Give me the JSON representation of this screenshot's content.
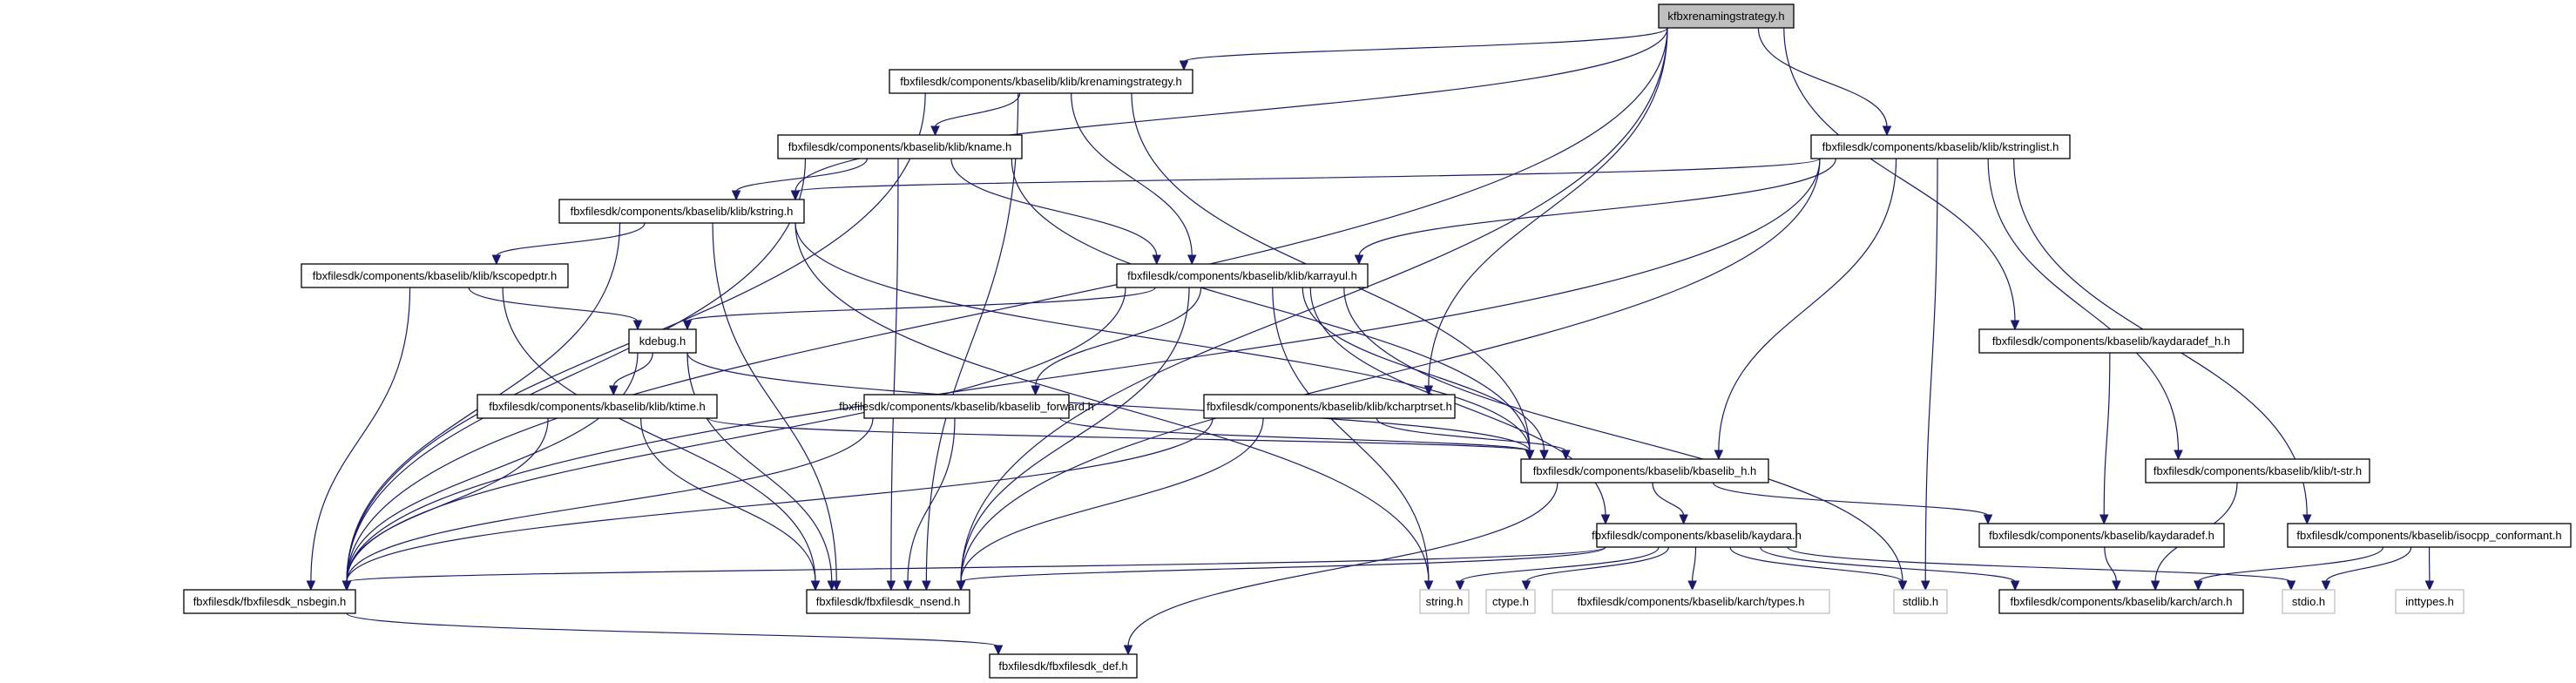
{
  "graph": {
    "title": "kfbxrenamingstrategy.h",
    "edge_color": "#191970",
    "root_fill": "#bfbfbf",
    "external_border": "#bfbfbf",
    "nodes": [
      {
        "id": "root",
        "label": "kfbxrenamingstrategy.h",
        "kind": "root"
      },
      {
        "id": "krenamingstrategy",
        "label": "fbxfilesdk/components/kbaselib/klib/krenamingstrategy.h",
        "kind": "normal"
      },
      {
        "id": "kname",
        "label": "fbxfilesdk/components/kbaselib/klib/kname.h",
        "kind": "normal"
      },
      {
        "id": "kstring",
        "label": "fbxfilesdk/components/kbaselib/klib/kstring.h",
        "kind": "normal"
      },
      {
        "id": "kstringlist",
        "label": "fbxfilesdk/components/kbaselib/klib/kstringlist.h",
        "kind": "normal"
      },
      {
        "id": "kscopedptr",
        "label": "fbxfilesdk/components/kbaselib/klib/kscopedptr.h",
        "kind": "normal"
      },
      {
        "id": "karrayul",
        "label": "fbxfilesdk/components/kbaselib/klib/karrayul.h",
        "kind": "normal"
      },
      {
        "id": "kdebug",
        "label": "kdebug.h",
        "kind": "normal"
      },
      {
        "id": "ktime",
        "label": "fbxfilesdk/components/kbaselib/klib/ktime.h",
        "kind": "normal"
      },
      {
        "id": "kbaselib_forward",
        "label": "fbxfilesdk/components/kbaselib/kbaselib_forward.h",
        "kind": "normal"
      },
      {
        "id": "kcharptrset",
        "label": "fbxfilesdk/components/kbaselib/klib/kcharptrset.h",
        "kind": "normal"
      },
      {
        "id": "kaydaradef_h",
        "label": "fbxfilesdk/components/kbaselib/kaydaradef_h.h",
        "kind": "normal"
      },
      {
        "id": "kbaselib_h",
        "label": "fbxfilesdk/components/kbaselib/kbaselib_h.h",
        "kind": "normal"
      },
      {
        "id": "tstr",
        "label": "fbxfilesdk/components/kbaselib/klib/t-str.h",
        "kind": "normal"
      },
      {
        "id": "kaydara",
        "label": "fbxfilesdk/components/kbaselib/kaydara.h",
        "kind": "normal"
      },
      {
        "id": "kaydaradef",
        "label": "fbxfilesdk/components/kbaselib/kaydaradef.h",
        "kind": "normal"
      },
      {
        "id": "isocpp",
        "label": "fbxfilesdk/components/kbaselib/isocpp_conformant.h",
        "kind": "normal"
      },
      {
        "id": "nsbegin",
        "label": "fbxfilesdk/fbxfilesdk_nsbegin.h",
        "kind": "normal"
      },
      {
        "id": "nsend",
        "label": "fbxfilesdk/fbxfilesdk_nsend.h",
        "kind": "normal"
      },
      {
        "id": "string",
        "label": "string.h",
        "kind": "external"
      },
      {
        "id": "ctype",
        "label": "ctype.h",
        "kind": "external"
      },
      {
        "id": "types",
        "label": "fbxfilesdk/components/kbaselib/karch/types.h",
        "kind": "external"
      },
      {
        "id": "stdlib",
        "label": "stdlib.h",
        "kind": "external"
      },
      {
        "id": "arch",
        "label": "fbxfilesdk/components/kbaselib/karch/arch.h",
        "kind": "normal"
      },
      {
        "id": "stdio",
        "label": "stdio.h",
        "kind": "external"
      },
      {
        "id": "inttypes",
        "label": "inttypes.h",
        "kind": "external"
      },
      {
        "id": "def",
        "label": "fbxfilesdk/fbxfilesdk_def.h",
        "kind": "normal"
      }
    ],
    "edges": [
      [
        "root",
        "krenamingstrategy"
      ],
      [
        "root",
        "kstring"
      ],
      [
        "root",
        "nsbegin"
      ],
      [
        "root",
        "kstringlist"
      ],
      [
        "root",
        "kcharptrset"
      ],
      [
        "root",
        "nsend"
      ],
      [
        "root",
        "kaydaradef_h"
      ],
      [
        "krenamingstrategy",
        "kname"
      ],
      [
        "krenamingstrategy",
        "karrayul"
      ],
      [
        "krenamingstrategy",
        "kbaselib_h"
      ],
      [
        "krenamingstrategy",
        "nsbegin"
      ],
      [
        "krenamingstrategy",
        "nsend"
      ],
      [
        "kname",
        "kstring"
      ],
      [
        "kname",
        "karrayul"
      ],
      [
        "kname",
        "kbaselib_h"
      ],
      [
        "kname",
        "nsbegin"
      ],
      [
        "kname",
        "nsend"
      ],
      [
        "kstring",
        "kscopedptr"
      ],
      [
        "kstring",
        "kbaselib_h"
      ],
      [
        "kstring",
        "string"
      ],
      [
        "kstring",
        "nsbegin"
      ],
      [
        "kstring",
        "nsend"
      ],
      [
        "kstringlist",
        "kstring"
      ],
      [
        "kstringlist",
        "karrayul"
      ],
      [
        "kstringlist",
        "kbaselib_h"
      ],
      [
        "kstringlist",
        "tstr"
      ],
      [
        "kstringlist",
        "isocpp"
      ],
      [
        "kstringlist",
        "stdlib"
      ],
      [
        "kstringlist",
        "nsbegin"
      ],
      [
        "kstringlist",
        "nsend"
      ],
      [
        "kscopedptr",
        "kdebug"
      ],
      [
        "kscopedptr",
        "nsbegin"
      ],
      [
        "kscopedptr",
        "nsend"
      ],
      [
        "karrayul",
        "kdebug"
      ],
      [
        "karrayul",
        "kbaselib_forward"
      ],
      [
        "karrayul",
        "kbaselib_h"
      ],
      [
        "karrayul",
        "string"
      ],
      [
        "karrayul",
        "stdlib"
      ],
      [
        "karrayul",
        "nsbegin"
      ],
      [
        "karrayul",
        "nsend"
      ],
      [
        "karrayul",
        "kaydara"
      ],
      [
        "kdebug",
        "ktime"
      ],
      [
        "kdebug",
        "kbaselib_h"
      ],
      [
        "kdebug",
        "nsbegin"
      ],
      [
        "kdebug",
        "nsend"
      ],
      [
        "ktime",
        "kbaselib_h"
      ],
      [
        "ktime",
        "nsbegin"
      ],
      [
        "ktime",
        "nsend"
      ],
      [
        "kbaselib_forward",
        "kbaselib_h"
      ],
      [
        "kbaselib_forward",
        "nsbegin"
      ],
      [
        "kbaselib_forward",
        "nsend"
      ],
      [
        "kcharptrset",
        "kbaselib_h"
      ],
      [
        "kcharptrset",
        "nsbegin"
      ],
      [
        "kcharptrset",
        "nsend"
      ],
      [
        "kaydaradef_h",
        "kaydaradef"
      ],
      [
        "kbaselib_h",
        "kaydara"
      ],
      [
        "kbaselib_h",
        "kaydaradef"
      ],
      [
        "kbaselib_h",
        "def"
      ],
      [
        "tstr",
        "arch"
      ],
      [
        "kaydara",
        "nsbegin"
      ],
      [
        "kaydara",
        "nsend"
      ],
      [
        "kaydara",
        "string"
      ],
      [
        "kaydara",
        "ctype"
      ],
      [
        "kaydara",
        "types"
      ],
      [
        "kaydara",
        "stdlib"
      ],
      [
        "kaydara",
        "arch"
      ],
      [
        "kaydara",
        "stdio"
      ],
      [
        "kaydaradef",
        "arch"
      ],
      [
        "isocpp",
        "arch"
      ],
      [
        "isocpp",
        "stdio"
      ],
      [
        "isocpp",
        "inttypes"
      ],
      [
        "nsbegin",
        "def"
      ]
    ]
  }
}
